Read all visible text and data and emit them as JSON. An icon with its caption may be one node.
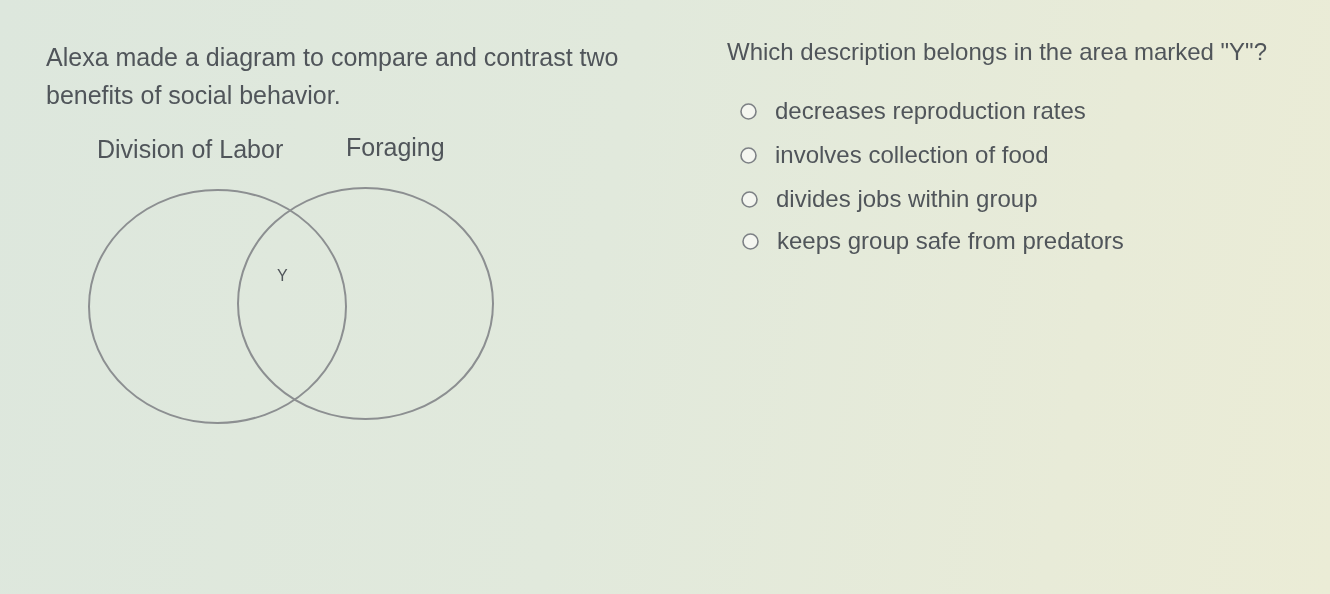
{
  "diagram": {
    "nodes": [
      {
        "text": [
          "Division of Labor"
        ]
      },
      {
        "text": [
          "Foraging"
        ]
      }
    ],
    "edges": [],
    "labels": [
      "Alexa made a diagram to compare and contrast two benefits of social behavior.",
      "Y",
      "Which description belongs in the area marked \"Y\"?",
      "decreases reproduction rates",
      "involves collection of food",
      "divides jobs within group",
      "keeps group safe from predators"
    ]
  }
}
